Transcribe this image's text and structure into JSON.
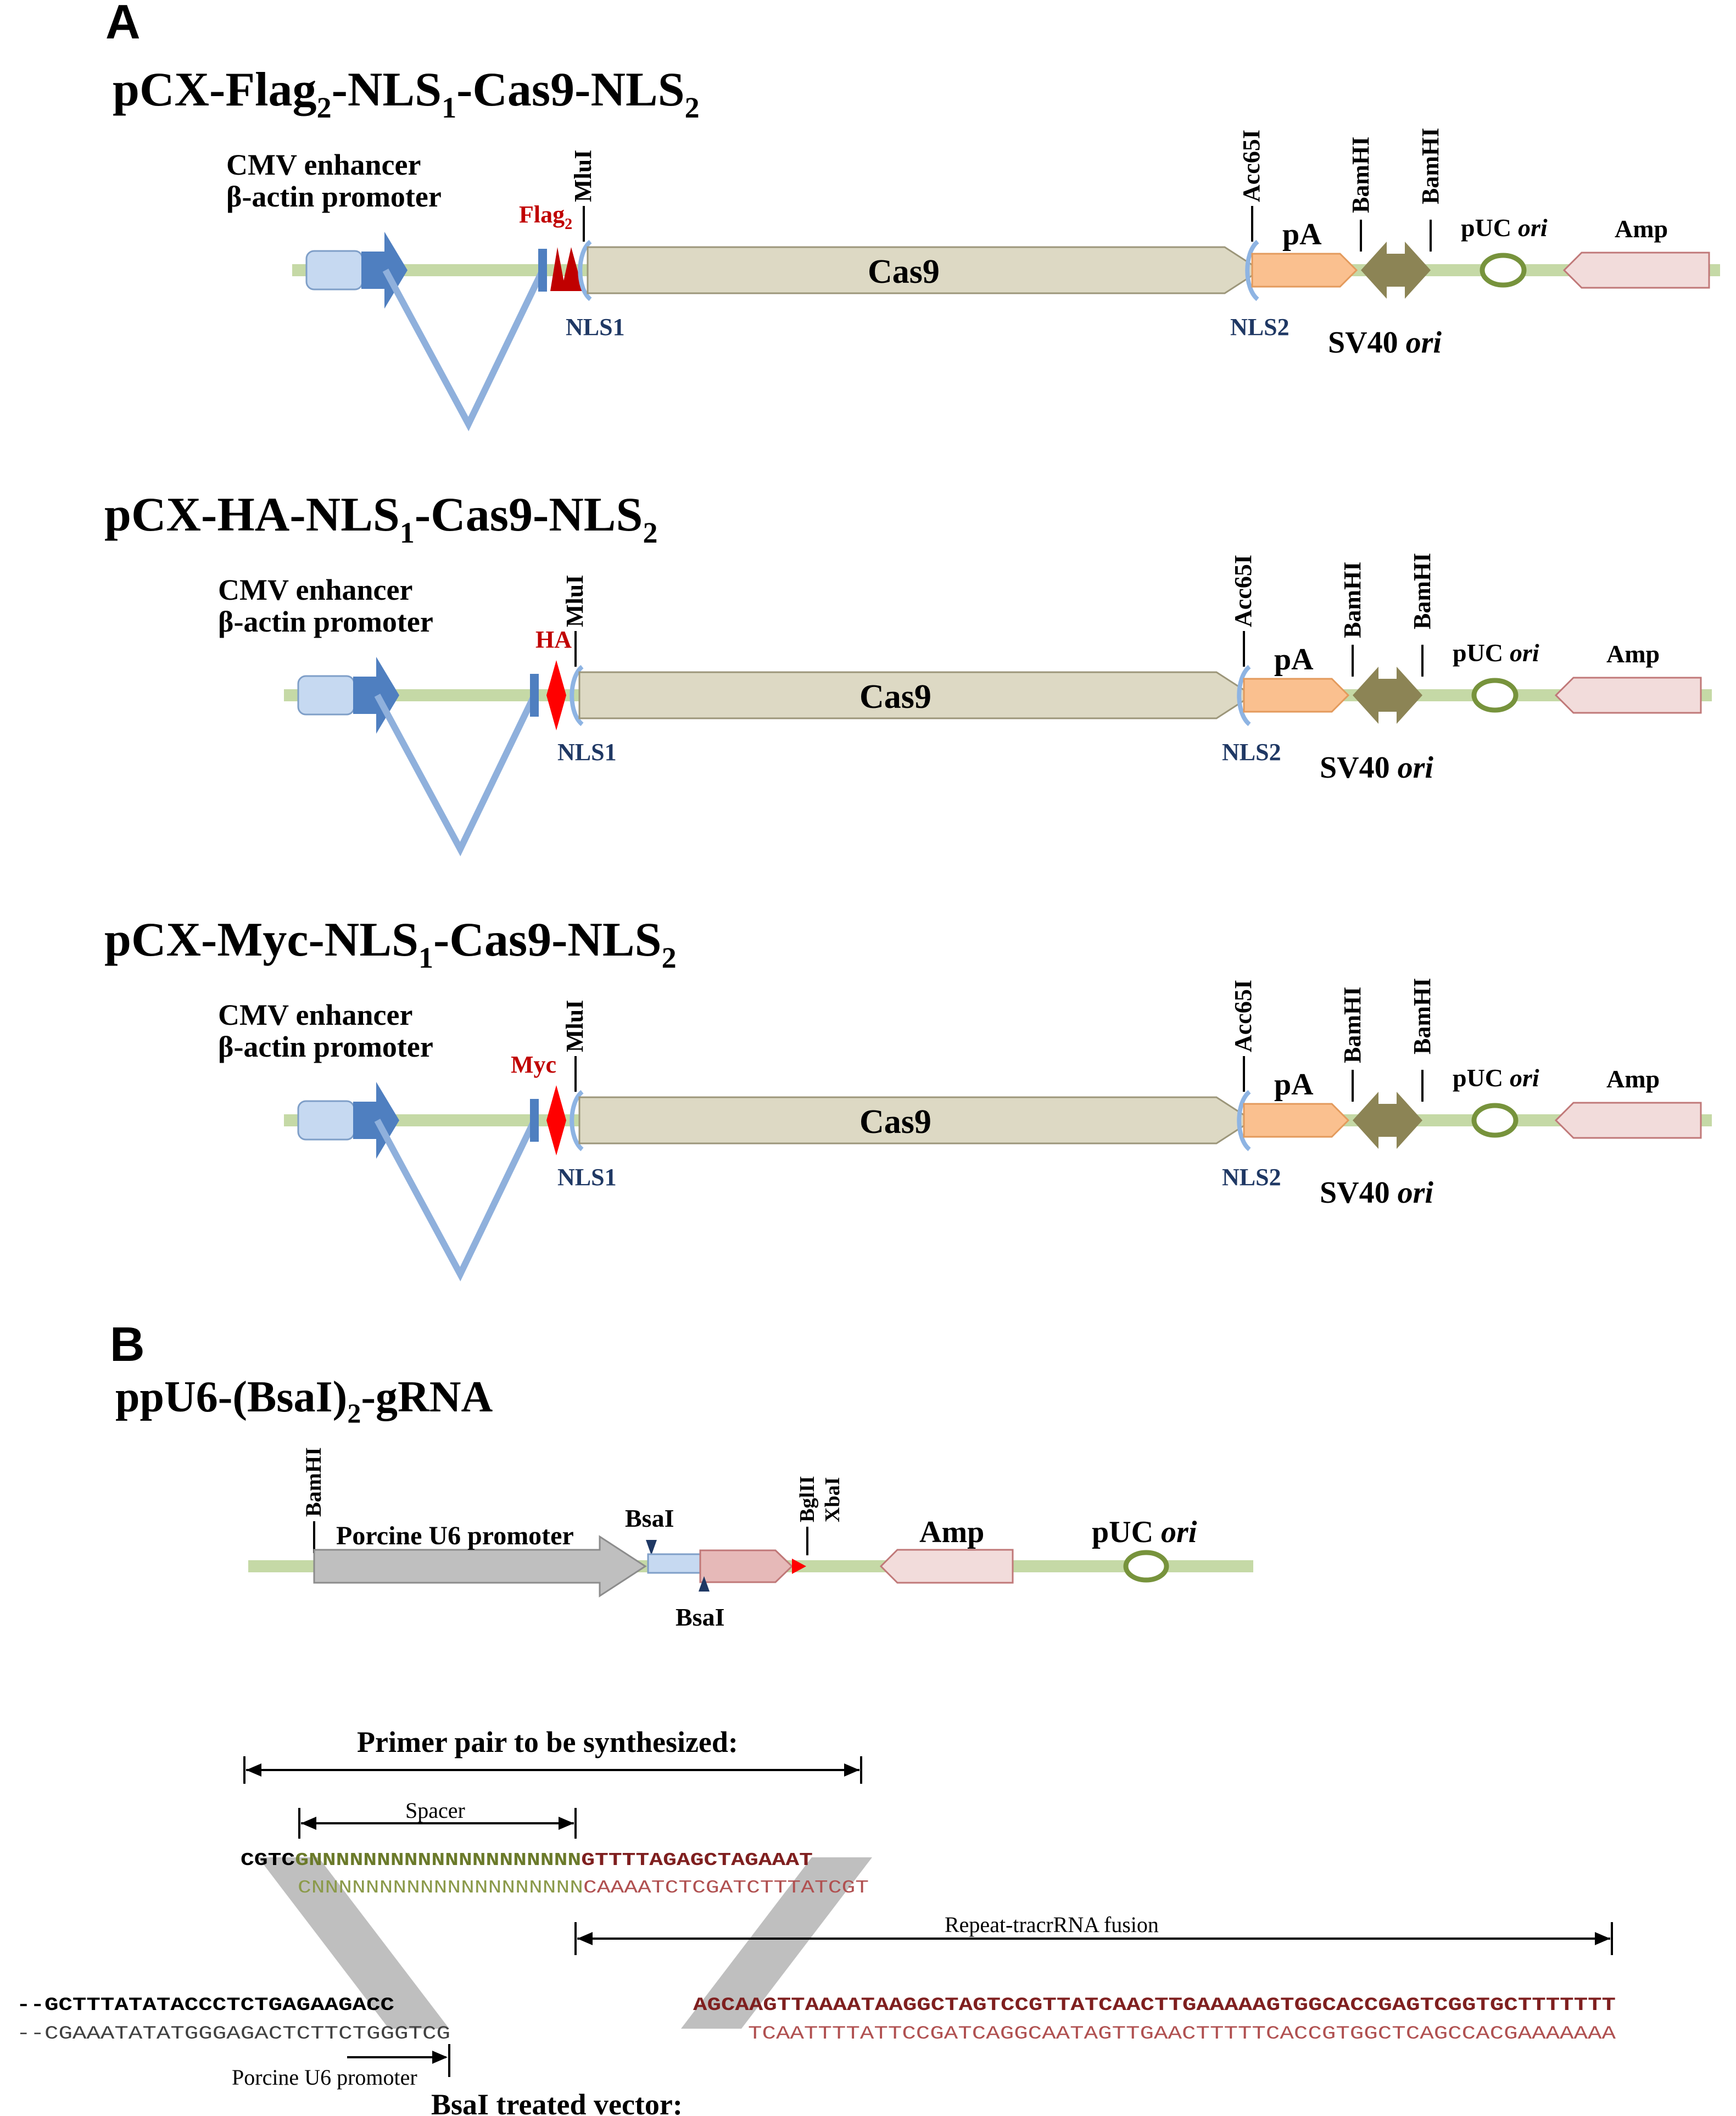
{
  "colors": {
    "backbone": "#c5d9a6",
    "cmv": "#c6d9f1",
    "promoter": "#4f7fc0",
    "intron": "#8fb0dc",
    "tag": "#c00000",
    "tag_bright": "#ff0000",
    "nls": "#8eb4e3",
    "cas9": "#ddd9c4",
    "pa": "#fac08f",
    "sv40": "#8c8455",
    "puc": "#77933c",
    "amp": "#f2dcdb",
    "u6": "#bfbfbf",
    "grna_scaffold": "#e6b9b8",
    "spacer_seq": "#6b7a2a",
    "repeat_seq": "#7f1f1f",
    "repeat_seq_light": "#b05050",
    "label_blue": "#1f3864",
    "label_red": "#c00000"
  },
  "panel_a": {
    "letter": "A",
    "constructs": [
      {
        "title_parts": [
          "pCX-Flag",
          "2",
          "-NLS",
          "1",
          "-Cas9-NLS",
          "2"
        ],
        "promoter_label_1": "CMV enhancer",
        "promoter_label_2": "β-actin promoter",
        "tag_name": "Flag",
        "tag_sub": "2",
        "tag_kind": "flag",
        "mlu": "MluI",
        "cas9": "Cas9",
        "acc": "Acc65I",
        "pa": "pA",
        "bam1": "BamHI",
        "bam2": "BamHI",
        "puc_label": "pUC",
        "puc_ital": "ori",
        "amp": "Amp",
        "nls1": "NLS1",
        "nls2": "NLS2",
        "sv40": "SV40",
        "sv40_ital": "ori"
      },
      {
        "title_parts": [
          "pCX-HA-NLS",
          "1",
          "-Cas9-NLS",
          "2"
        ],
        "promoter_label_1": "CMV enhancer",
        "promoter_label_2": "β-actin promoter",
        "tag_name": "HA",
        "tag_sub": "",
        "tag_kind": "diamond",
        "mlu": "MluI",
        "cas9": "Cas9",
        "acc": "Acc65I",
        "pa": "pA",
        "bam1": "BamHI",
        "bam2": "BamHI",
        "puc_label": "pUC",
        "puc_ital": "ori",
        "amp": "Amp",
        "nls1": "NLS1",
        "nls2": "NLS2",
        "sv40": "SV40",
        "sv40_ital": "ori"
      },
      {
        "title_parts": [
          "pCX-Myc-NLS",
          "1",
          "-Cas9-NLS",
          "2"
        ],
        "promoter_label_1": "CMV enhancer",
        "promoter_label_2": "β-actin promoter",
        "tag_name": "Myc",
        "tag_sub": "",
        "tag_kind": "diamond",
        "mlu": "MluI",
        "cas9": "Cas9",
        "acc": "Acc65I",
        "pa": "pA",
        "bam1": "BamHI",
        "bam2": "BamHI",
        "puc_label": "pUC",
        "puc_ital": "ori",
        "amp": "Amp",
        "nls1": "NLS1",
        "nls2": "NLS2",
        "sv40": "SV40",
        "sv40_ital": "ori"
      }
    ]
  },
  "panel_b": {
    "letter": "B",
    "title_a": "ppU6-(BsaI)",
    "title_sub": "2",
    "title_b": "-gRNA",
    "bamhi": "BamHI",
    "u6_label": "Porcine U6 promoter",
    "bsai_top": "BsaI",
    "bsai_bottom": "BsaI",
    "bglii": "BglII",
    "xbai": "XbaI",
    "amp": "Amp",
    "puc_label": "pUC",
    "puc_ital": "ori",
    "primer_title": "Primer pair to be synthesized:",
    "spacer_label": "Spacer",
    "top_prefix": "CGTC",
    "top_spacer": "GNNNNNNNNNNNNNNNNNNNN",
    "top_repeat": "GTTTTAGAGCTAGAAAT",
    "bottom_spacer": "CNNNNNNNNNNNNNNNNNNNN",
    "bottom_repeat": "CAAAATCTCGATCTTTATCGT",
    "fusion_label": "Repeat-tracrRNA fusion",
    "vec_left_top": "--GCTTTATATACCCTCTGAGAAGACC",
    "vec_left_bottom": "--CGAAATATATGGGAGACTCTTCTGGGTCG",
    "vec_right_top": "AGCAAGTTAAAATAAGGCTAGTCCGTTATCAACTTGAAAAAGTGGCACCGAGTCGGTGCTTTTTTT",
    "vec_right_bottom": "TCAATTTTATTCCGATCAGGCAATAGTTGAACTTTTTCACCGTGGCTCAGCCACGAAAAAAA",
    "u6_small_label": "Porcine U6 promoter",
    "bsai_vector_label": "BsaI treated vector:"
  }
}
